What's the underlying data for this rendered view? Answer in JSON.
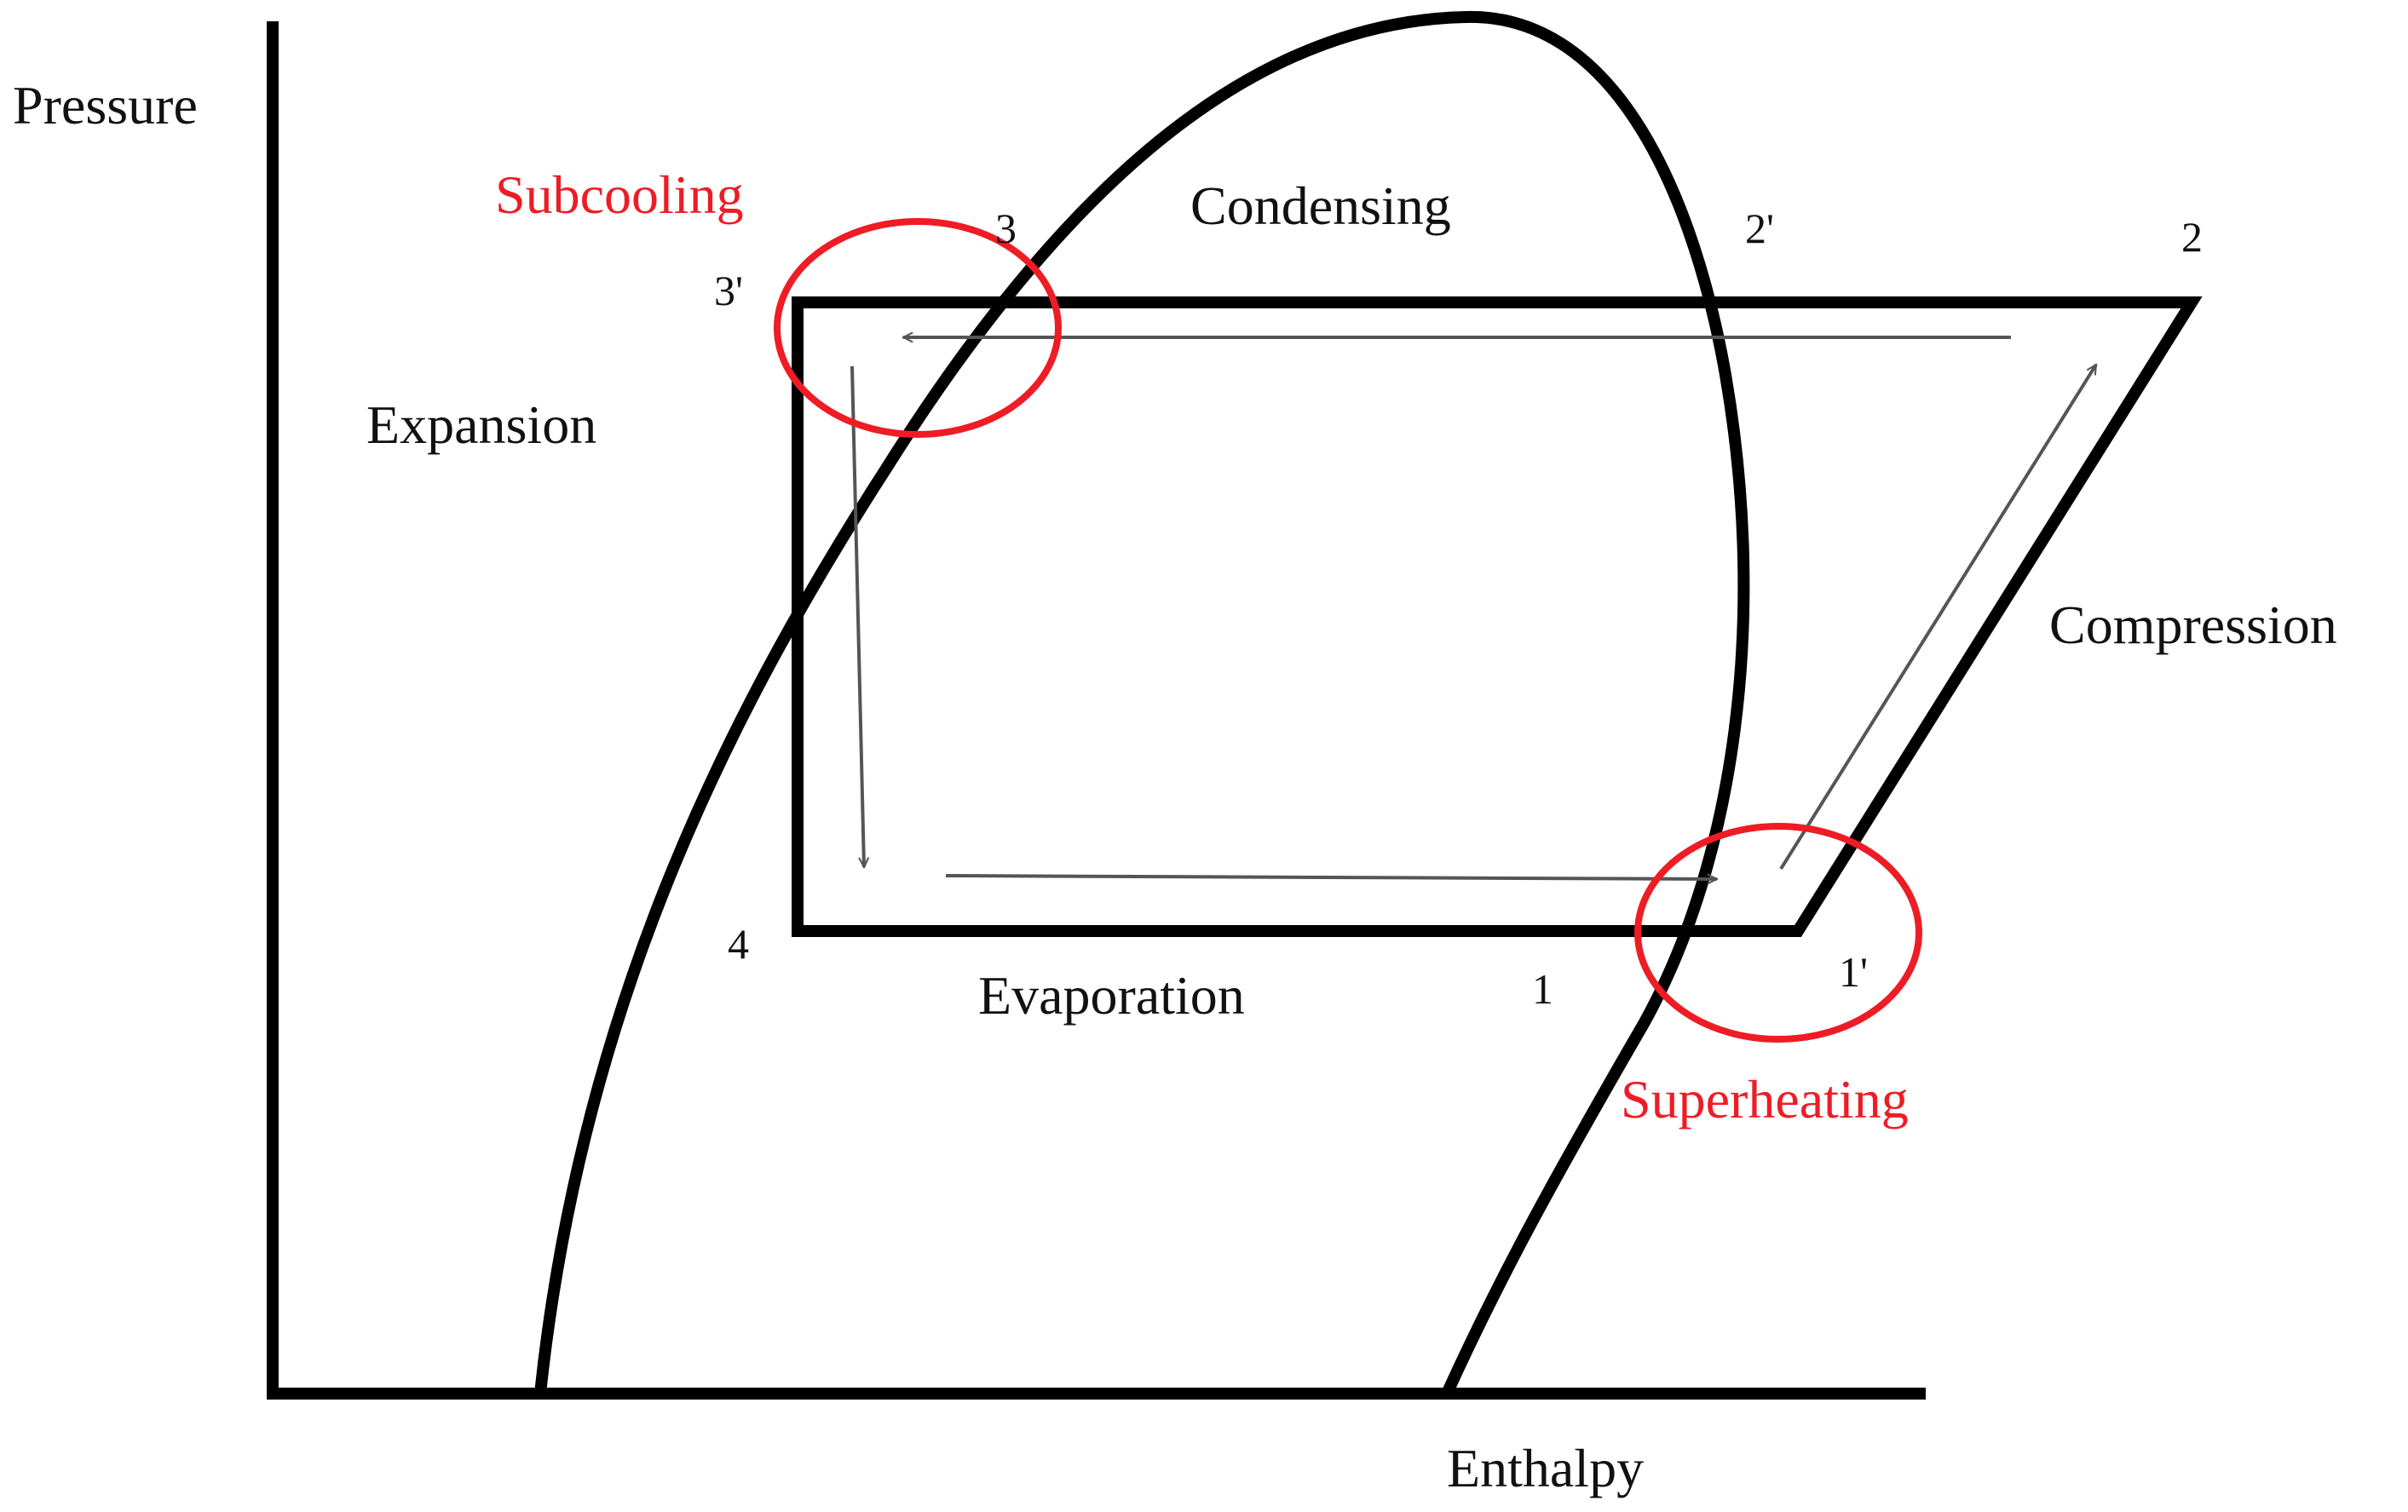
{
  "axes": {
    "y_label": "Pressure",
    "x_label": "Enthalpy"
  },
  "regions": {
    "condensing": "Condensing",
    "expansion": "Expansion",
    "compression": "Compression",
    "evaporation": "Evaporation"
  },
  "highlights": {
    "subcooling": "Subcooling",
    "superheating": "Superheating"
  },
  "state_points": {
    "p1": "1",
    "p1_prime": "1'",
    "p2": "2",
    "p2_prime": "2'",
    "p3": "3",
    "p3_prime": "3'",
    "p4": "4"
  },
  "colors": {
    "line": "#000000",
    "arrow": "#555555",
    "highlight": "#ee1c25"
  }
}
